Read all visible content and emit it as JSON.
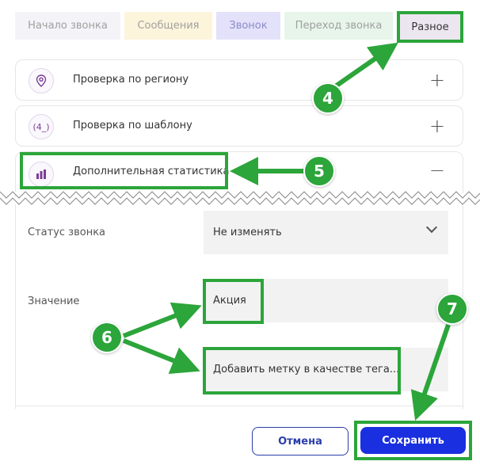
{
  "tabs": [
    {
      "label": "Начало звонка"
    },
    {
      "label": "Сообщения"
    },
    {
      "label": "Звонок"
    },
    {
      "label": "Переход звонка"
    },
    {
      "label": "Разное"
    }
  ],
  "accordion": [
    {
      "title": "Проверка по региону",
      "icon": "location-pin-icon",
      "toggle": "+"
    },
    {
      "title": "Проверка по шаблону",
      "icon": "template-icon",
      "icon_text": "(4_)",
      "toggle": "+"
    },
    {
      "title": "Дополнительная статистика",
      "icon": "bar-chart-icon",
      "toggle": "−"
    }
  ],
  "form": {
    "status_label": "Статус звонка",
    "status_value": "Не изменять",
    "value_label": "Значение",
    "value_text": "Акция",
    "tag_text": "Добавить метку в качестве тега..."
  },
  "buttons": {
    "cancel": "Отмена",
    "save": "Сохранить"
  },
  "annotations": {
    "step4": "4",
    "step5": "5",
    "step6": "6",
    "step7": "7"
  },
  "colors": {
    "highlight": "#2ca53a",
    "primary": "#1a2fe0",
    "accent_purple": "#7a3d96"
  }
}
